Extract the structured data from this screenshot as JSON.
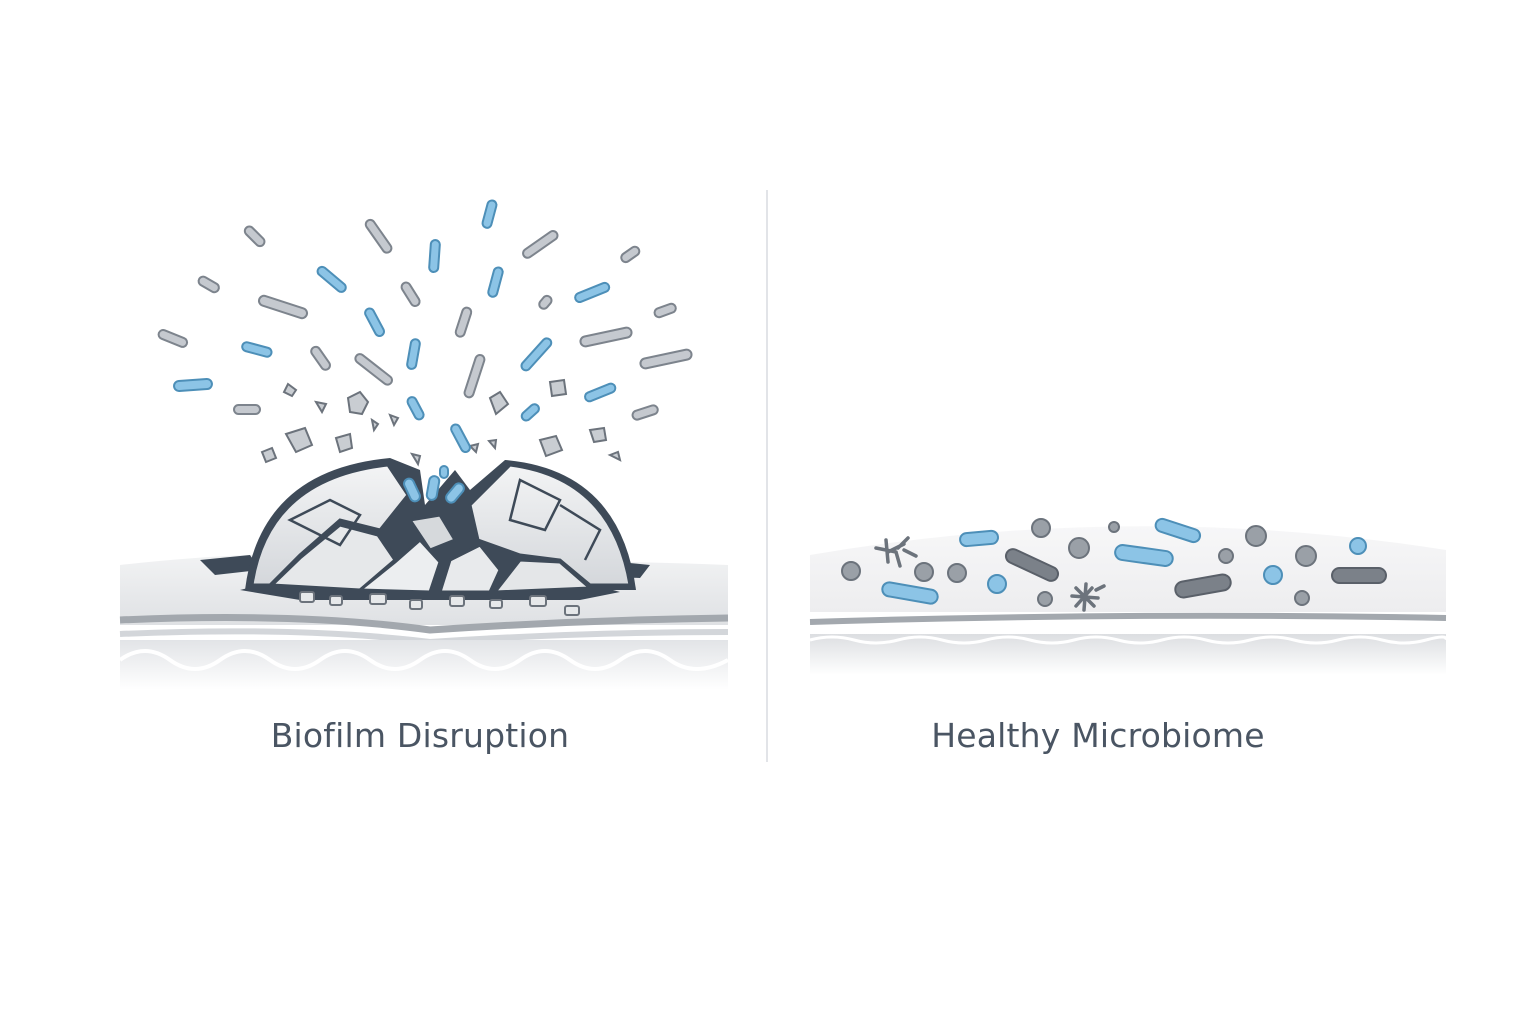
{
  "figure": {
    "left_panel": {
      "caption": "Biofilm Disruption",
      "illustration": "cracked-biofilm-dome-releasing-bacteria"
    },
    "right_panel": {
      "caption": "Healthy Microbiome",
      "illustration": "balanced-bacteria-layer-on-surface"
    },
    "divider": "vertical-line"
  },
  "colors": {
    "background": "#ffffff",
    "caption_text": "#4a5563",
    "bacteria_blue": "#8cc4e6",
    "bacteria_blue_stroke": "#4d8fb8",
    "bacteria_gray": "#c5c9cf",
    "bacteria_gray_stroke": "#7d848d",
    "bacteria_dark": "#7b8189",
    "crack_dark": "#3e4a58",
    "surface_light": "#ebecee",
    "surface_line": "#a3a8ae",
    "divider": "#e2e4e8"
  }
}
